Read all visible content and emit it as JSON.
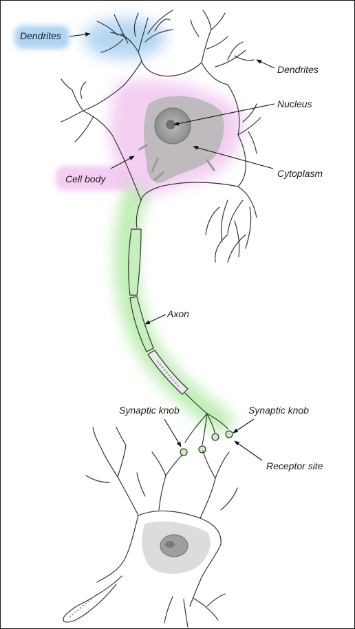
{
  "labels": {
    "dendrites_left": "Dendrites",
    "dendrites_right": "Dendrites",
    "nucleus": "Nucleus",
    "cytoplasm": "Cytoplasm",
    "cell_body": "Cell body",
    "axon": "Axon",
    "synaptic_knob_left": "Synaptic knob",
    "synaptic_knob_right": "Synaptic knob",
    "receptor_site": "Receptor site"
  },
  "highlight_colors": {
    "dendrites": "#9cc9ee",
    "cell_body": "#f1c6f0",
    "axon": "#a8e89a"
  }
}
